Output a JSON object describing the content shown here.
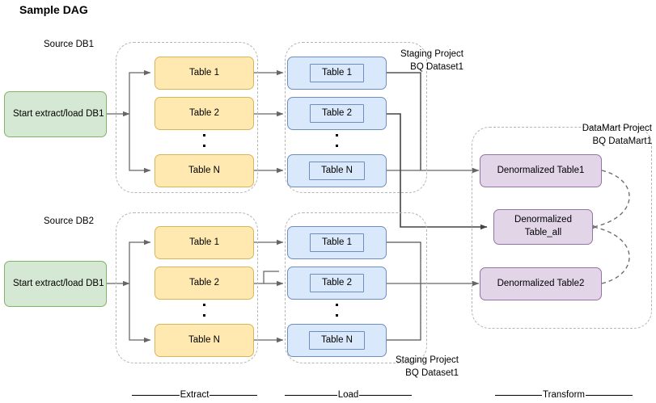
{
  "title": "Sample DAG",
  "colors": {
    "green_fill": "#d5e8d4",
    "green_stroke": "#82b366",
    "yellow_fill": "#ffe9b0",
    "yellow_stroke": "#d6b656",
    "blue_fill": "#dae8fc",
    "blue_stroke": "#6c8ebf",
    "purple_fill": "#e1d5e7",
    "purple_stroke": "#9673a6",
    "edge": "#666666",
    "group_border": "#b5b5b5"
  },
  "labels": {
    "source_db1": "Source DB1",
    "source_db2": "Source DB2",
    "staging_top_line1": "Staging Project",
    "staging_top_line2": "BQ Dataset1",
    "staging_bottom_line1": "Staging Project",
    "staging_bottom_line2": "BQ Dataset1",
    "datamart_line1": "DataMart Project",
    "datamart_line2": "BQ DataMart1"
  },
  "start_nodes": [
    {
      "id": "start-db1-top",
      "label": "Start extract/load DB1"
    },
    {
      "id": "start-db1-bottom",
      "label": "Start extract/load DB1"
    }
  ],
  "extract_top": [
    {
      "label": "Table 1"
    },
    {
      "label": "Table 2"
    },
    {
      "label": "Table N"
    }
  ],
  "extract_bottom": [
    {
      "label": "Table 1"
    },
    {
      "label": "Table 2"
    },
    {
      "label": "Table N"
    }
  ],
  "load_top": [
    {
      "label": "Table 1"
    },
    {
      "label": "Table 2"
    },
    {
      "label": "Table N"
    }
  ],
  "load_bottom": [
    {
      "label": "Table 1"
    },
    {
      "label": "Table 2"
    },
    {
      "label": "Table N"
    }
  ],
  "transform": [
    {
      "label": "Denormalized Table1",
      "line2": ""
    },
    {
      "label": "Denormalized",
      "line2": "Table_all"
    },
    {
      "label": "Denormalized Table2",
      "line2": ""
    }
  ],
  "phases": [
    {
      "label": "Extract"
    },
    {
      "label": "Load"
    },
    {
      "label": "Transform"
    }
  ]
}
